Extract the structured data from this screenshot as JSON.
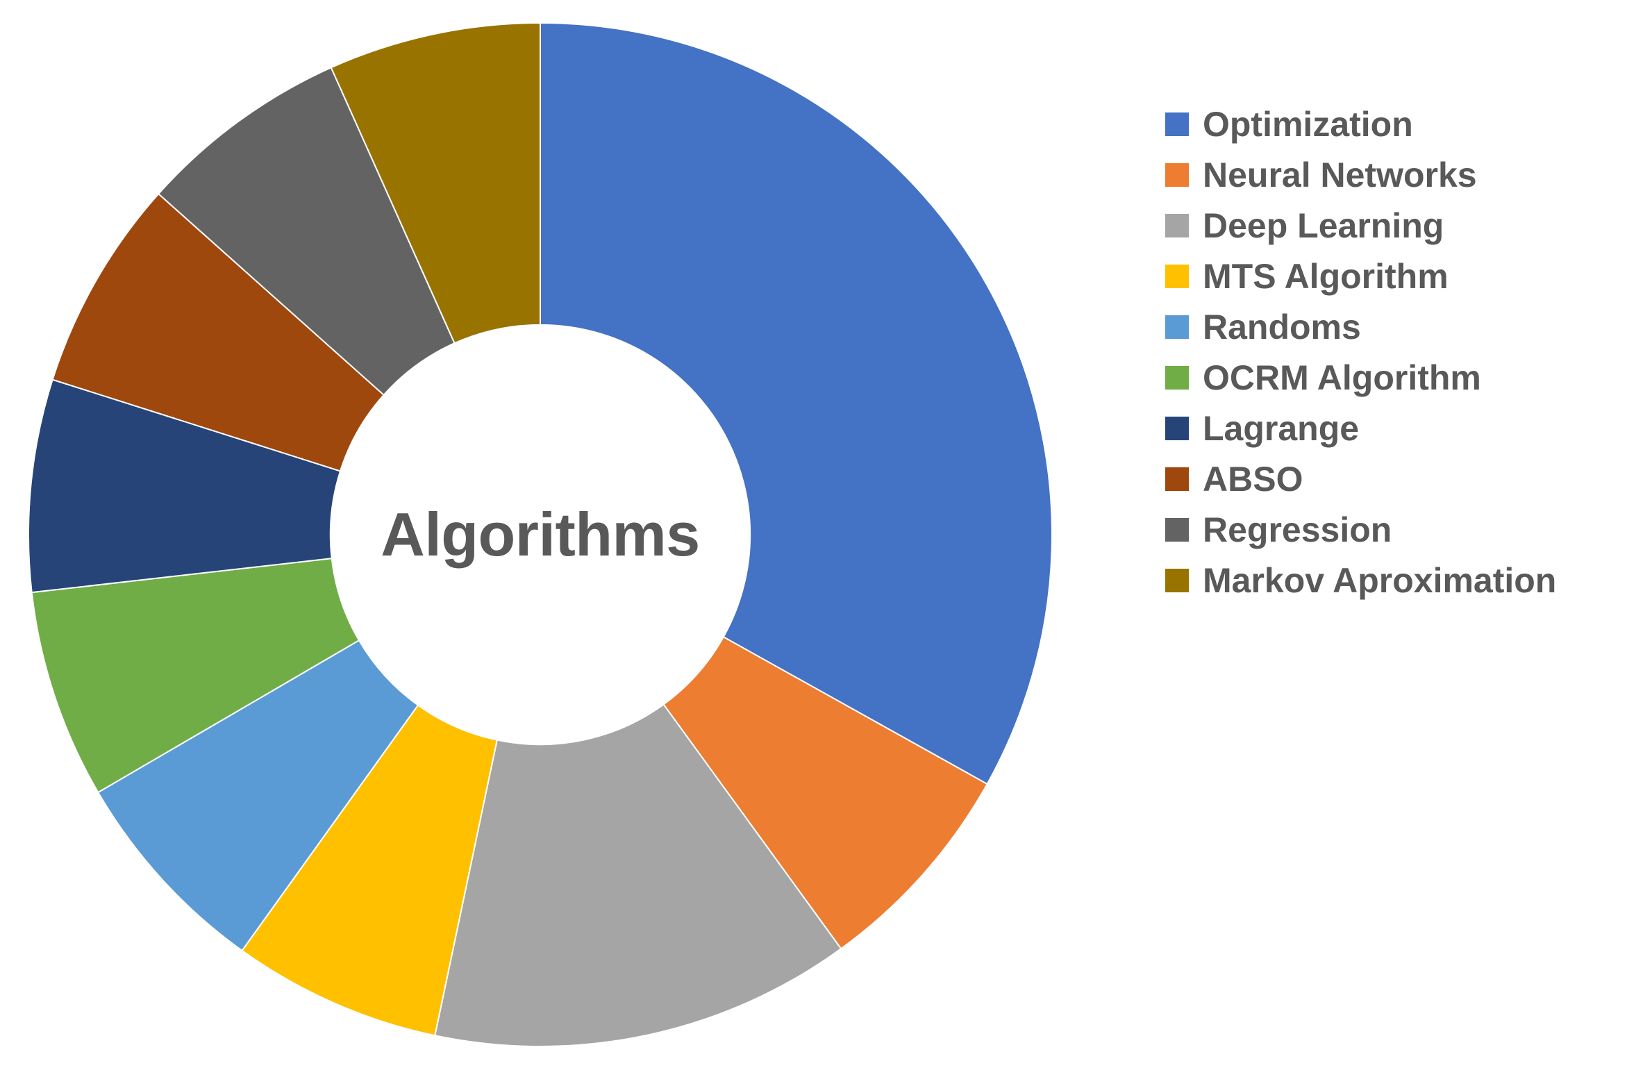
{
  "chart_data": {
    "type": "pie",
    "variant": "donut",
    "title": "Algorithms",
    "center_label": "Algorithms",
    "categories": [
      "Optimization",
      "Neural Networks",
      "Deep Learning",
      "MTS Algorithm",
      "Randoms",
      "OCRM Algorithm",
      "Lagrange",
      "ABSO",
      "Regression",
      "Markov Aproximation"
    ],
    "values": [
      33.1,
      6.9,
      13.3,
      6.6,
      6.7,
      6.6,
      6.7,
      6.7,
      6.7,
      6.7
    ],
    "unit": "%",
    "start_angle_deg": 0,
    "direction": "clockwise",
    "inner_radius_ratio": 0.41,
    "colors": [
      "#4472C4",
      "#ED7D31",
      "#A5A5A5",
      "#FFC000",
      "#5B9BD5",
      "#70AD47",
      "#264478",
      "#9E480E",
      "#636363",
      "#997300"
    ],
    "legend_position": "right",
    "data_labels": false,
    "grid": false,
    "xlabel": "",
    "ylabel": ""
  },
  "legend": {
    "items": [
      {
        "label": "Optimization",
        "color": "#4472C4"
      },
      {
        "label": "Neural Networks",
        "color": "#ED7D31"
      },
      {
        "label": "Deep Learning",
        "color": "#A5A5A5"
      },
      {
        "label": "MTS Algorithm",
        "color": "#FFC000"
      },
      {
        "label": "Randoms",
        "color": "#5B9BD5"
      },
      {
        "label": "OCRM Algorithm",
        "color": "#70AD47"
      },
      {
        "label": "Lagrange",
        "color": "#264478"
      },
      {
        "label": "ABSO",
        "color": "#9E480E"
      },
      {
        "label": "Regression",
        "color": "#636363"
      },
      {
        "label": "Markov Aproximation",
        "color": "#997300"
      }
    ]
  },
  "theme": {
    "background": "#FFFFFF",
    "text_color": "#595959"
  }
}
